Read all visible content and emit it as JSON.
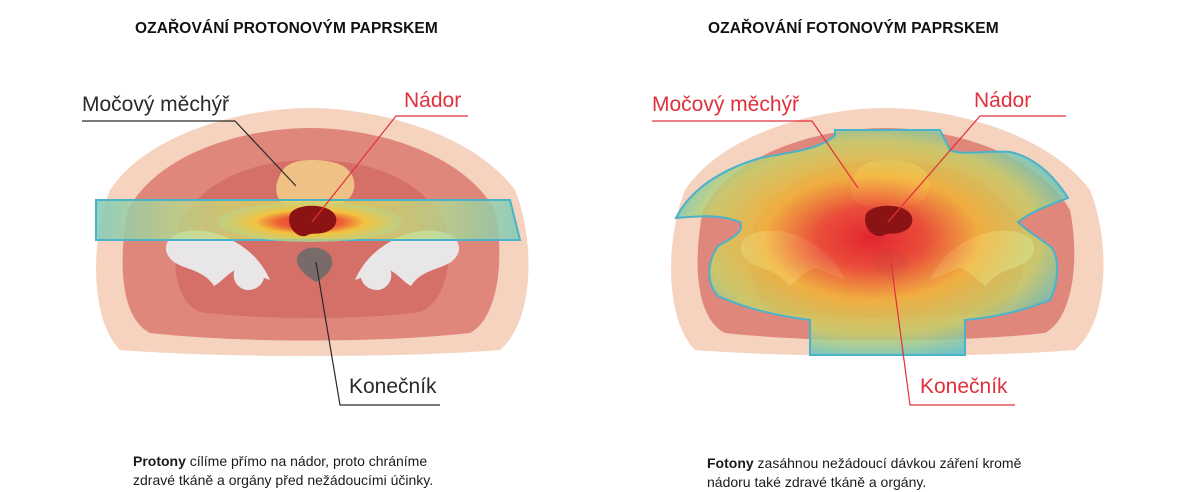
{
  "left_panel": {
    "title": "OZAŘOVÁNÍ PROTONOVÝM PAPRSKEM",
    "labels": {
      "bladder": "Močový měchýř",
      "tumor": "Nádor",
      "rectum": "Konečník"
    },
    "caption": {
      "bold": "Protony",
      "line1": " cílíme přímo na nádor, proto chráníme",
      "line2": "zdravé tkáně a orgány před nežádoucími účinky."
    }
  },
  "right_panel": {
    "title": "OZAŘOVÁNÍ FOTONOVÝM PAPRSKEM",
    "labels": {
      "bladder": "Močový měchýř",
      "tumor": "Nádor",
      "rectum": "Konečník"
    },
    "caption": {
      "bold": "Fotony",
      "line1": " zasáhnou nežádoucí dávkou záření kromě",
      "line2": "nádoru také zdravé tkáně a orgány."
    }
  },
  "colors": {
    "skin": "#f5d3bf",
    "muscle": "#e0877c",
    "inner": "#d47068",
    "bone": "#e8e6e6",
    "bladder": "#f0c185",
    "tumor": "#8c1313",
    "rectum": "#7a6b6b",
    "label_red": "#e0303c",
    "beam_edge": "#4ab3c9"
  }
}
